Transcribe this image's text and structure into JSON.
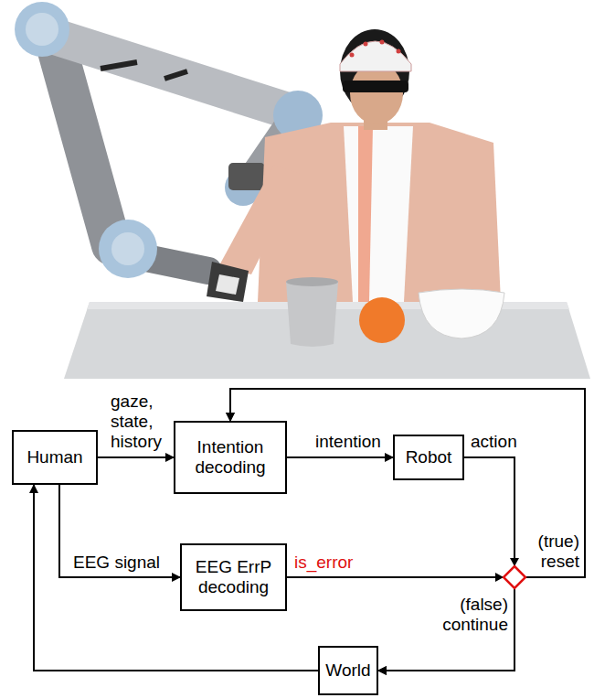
{
  "diagram": {
    "nodes": [
      {
        "text": [
          "Human"
        ]
      },
      {
        "text": [
          "Intention decoding"
        ]
      },
      {
        "text": [
          "Robot"
        ]
      },
      {
        "text": [
          "EEG ErrP decoding"
        ]
      },
      {
        "text": [
          "World"
        ]
      }
    ],
    "edges": [
      {
        "from": 0,
        "to": 1,
        "arrow": "to",
        "label": "gaze, state, history"
      },
      {
        "from": 1,
        "to": 2,
        "arrow": "to",
        "label": "intention"
      },
      {
        "from": 2,
        "to": 1,
        "arrow": "to"
      },
      {
        "from": 2,
        "to": 4,
        "arrow": "to"
      },
      {
        "from": 3,
        "to": 1,
        "arrow": "to"
      },
      {
        "from": 3,
        "to": 4,
        "arrow": "to"
      },
      {
        "from": 0,
        "to": 3,
        "arrow": "to",
        "label": "EEG signal"
      },
      {
        "from": 4,
        "to": 0,
        "arrow": "to"
      }
    ],
    "labels": [
      "action",
      "is_error",
      "(true) reset",
      "(false) continue"
    ]
  }
}
